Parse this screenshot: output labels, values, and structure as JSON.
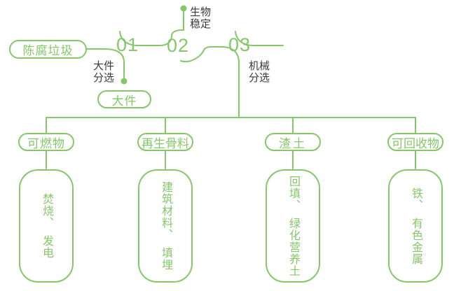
{
  "colors": {
    "green": "#86c76a",
    "label_dark": "#3a3a3a",
    "background": "#ffffff"
  },
  "flow": {
    "source": "陈腐垃圾",
    "steps": [
      {
        "num": "01",
        "process_lines": "大件\n分选",
        "output": "大件"
      },
      {
        "num": "02",
        "process_lines": "生物\n稳定"
      },
      {
        "num": "03",
        "process_lines": "机械\n分选"
      }
    ]
  },
  "outputs": [
    {
      "category": "可燃物",
      "uses": "焚烧、　发电"
    },
    {
      "category": "再生骨料",
      "uses": "建筑材料、　填埋"
    },
    {
      "category": "渣土",
      "uses": "回填、　绿化营养土"
    },
    {
      "category": "可回收物",
      "uses": "铁、　有色金属"
    }
  ]
}
